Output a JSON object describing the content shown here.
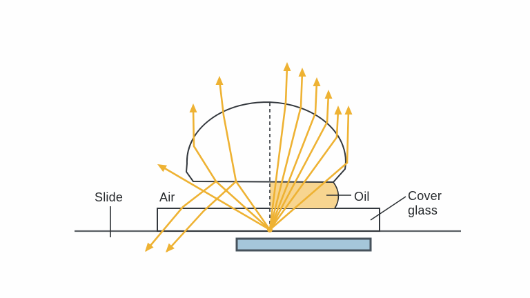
{
  "diagram": {
    "labels": {
      "slide": "Slide",
      "air": "Air",
      "oil": "Oil",
      "cover_glass_line1": "Cover",
      "cover_glass_line2": "glass"
    },
    "colors": {
      "ray": "#eeb233",
      "lens_fill": "#d5ebe9",
      "oil_fill": "#f7d590",
      "cover_glass_fill": "#dceeed",
      "specimen_fill": "#a5c6da"
    }
  }
}
